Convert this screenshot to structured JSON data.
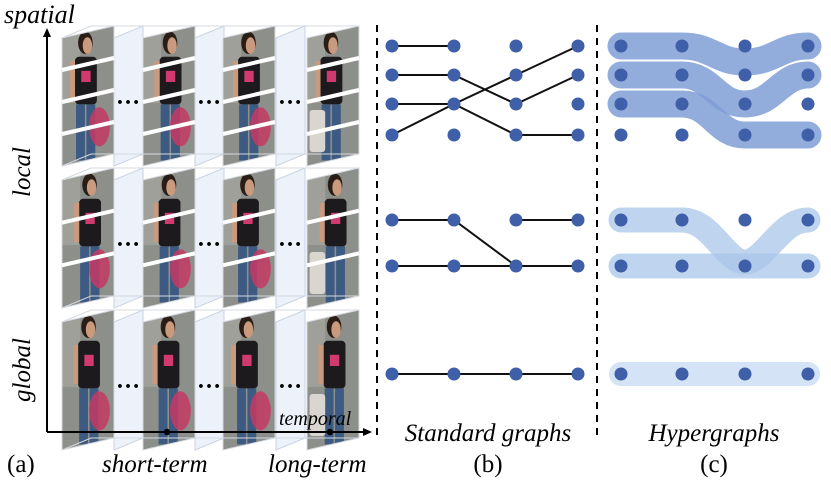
{
  "panel_a": {
    "axis_spatial": "spatial",
    "axis_local": "local",
    "axis_global": "global",
    "axis_temporal": "temporal",
    "axis_short_term": "short-term",
    "axis_long_term": "long-term",
    "tag": "(a)",
    "ellipsis": "…"
  },
  "panel_b": {
    "caption": "Standard graphs",
    "tag": "(b)"
  },
  "panel_c": {
    "caption": "Hypergraphs",
    "tag": "(c)"
  },
  "colors": {
    "node": "#3f5fa8",
    "edge": "#111111",
    "hyper_dark": "#7f9ed6",
    "hyper_light": "#aac6ea",
    "hyper_pale": "#cfe0f4",
    "frame_face": "#edf2fa",
    "photo_bg": "#8d8f8a",
    "shirt": "#1c1a1d",
    "jeans": "#3c5a82",
    "skin": "#c99a7d",
    "hair": "#2a1d16",
    "bike": "#c43a64"
  }
}
